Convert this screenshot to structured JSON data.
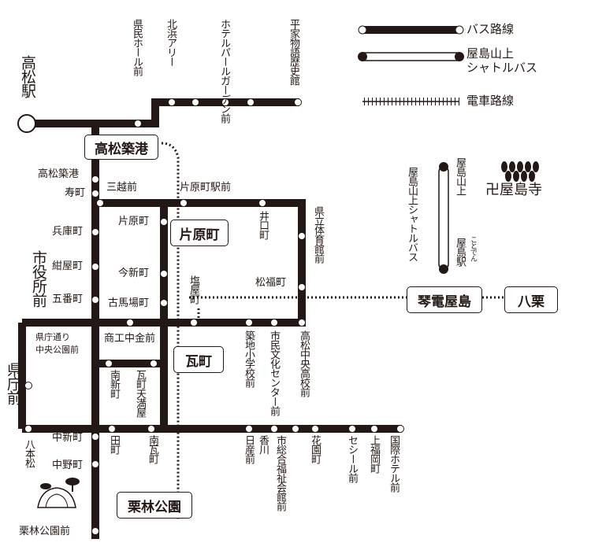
{
  "legend": {
    "bus": "バス路線",
    "shuttle_line1": "屋島山上",
    "shuttle_line2": "シャトルバス",
    "train": "電車路線"
  },
  "hubs": {
    "takamatsu_chikko": "高松築港",
    "kataharamachi": "片原町",
    "kawaramachi": "瓦町",
    "kotoden_yashima": "琴電屋島",
    "yakuri": "八栗",
    "ritsurin_koen": "栗林公園"
  },
  "takamatsu_station": "高松駅",
  "yashimaji": "卍屋島寺",
  "top_labels": {
    "kenmin_hall": "県民ホール前",
    "kitahama_alley": "北浜アリー",
    "hotel_parle": "ホテルパールガーデン前",
    "heike_museum": "平家物語歴史館"
  },
  "left_labels": {
    "takamatsu_chikko": "高松築港",
    "kotobukicho": "寿町",
    "hyogomachi": "兵庫町",
    "kamiyamachi": "紺屋町",
    "gobancho": "五番町",
    "shiyakusho_mae": "市役所前",
    "kencho_mae": "県庁前",
    "hachihonmatsu": "八本松",
    "nakashinmachi": "中新町",
    "nakanomachi": "中野町",
    "ritsurin_koen_mae": "栗林公園前"
  },
  "inner_labels": {
    "mitsukoshi_mae": "三越前",
    "katahara_eki_mae": "片原町駅前",
    "kataharamachi": "片原町",
    "imashinmachi": "今新町",
    "furubabacho": "古馬場町",
    "kencho_dori": "県庁通り",
    "chuo_koen_mae": "中央公園前",
    "shoko_chukin_mae": "商工中金前",
    "minami_shinmachi": "南新町",
    "kawaramachi_tenmaya": "瓦町天満屋",
    "denmachi": "田町",
    "minami_kawaramachi": "南瓦町"
  },
  "right_labels": {
    "iguchicho": "井口町",
    "kenritsu_taiikukan": "県立体育館前",
    "matsufukucho": "松福町",
    "shioyacho": "塩屋町",
    "chikuji_school": "築地小学校前",
    "shimin_bunka_center": "市民文化センター前",
    "takamatsu_chuo_hs": "高松中央高校前",
    "nissan_mae": "日産前",
    "kagawa": "香川",
    "shiso_welfare": "市総合福祉会館前",
    "hanazonocho": "花園町",
    "cecile_mae": "セシール前",
    "kami_fukuoka": "上福岡町",
    "hotel_kokusai": "国際ホテル前"
  },
  "shuttle_labels": {
    "vertical_label": "屋島山上シャトルバス",
    "yashima_sanjo": "屋島山上",
    "kotoden_furigana": "ことでん",
    "yashima_eki": "屋島駅"
  },
  "colors": {
    "line": "#231815",
    "background": "#ffffff"
  }
}
